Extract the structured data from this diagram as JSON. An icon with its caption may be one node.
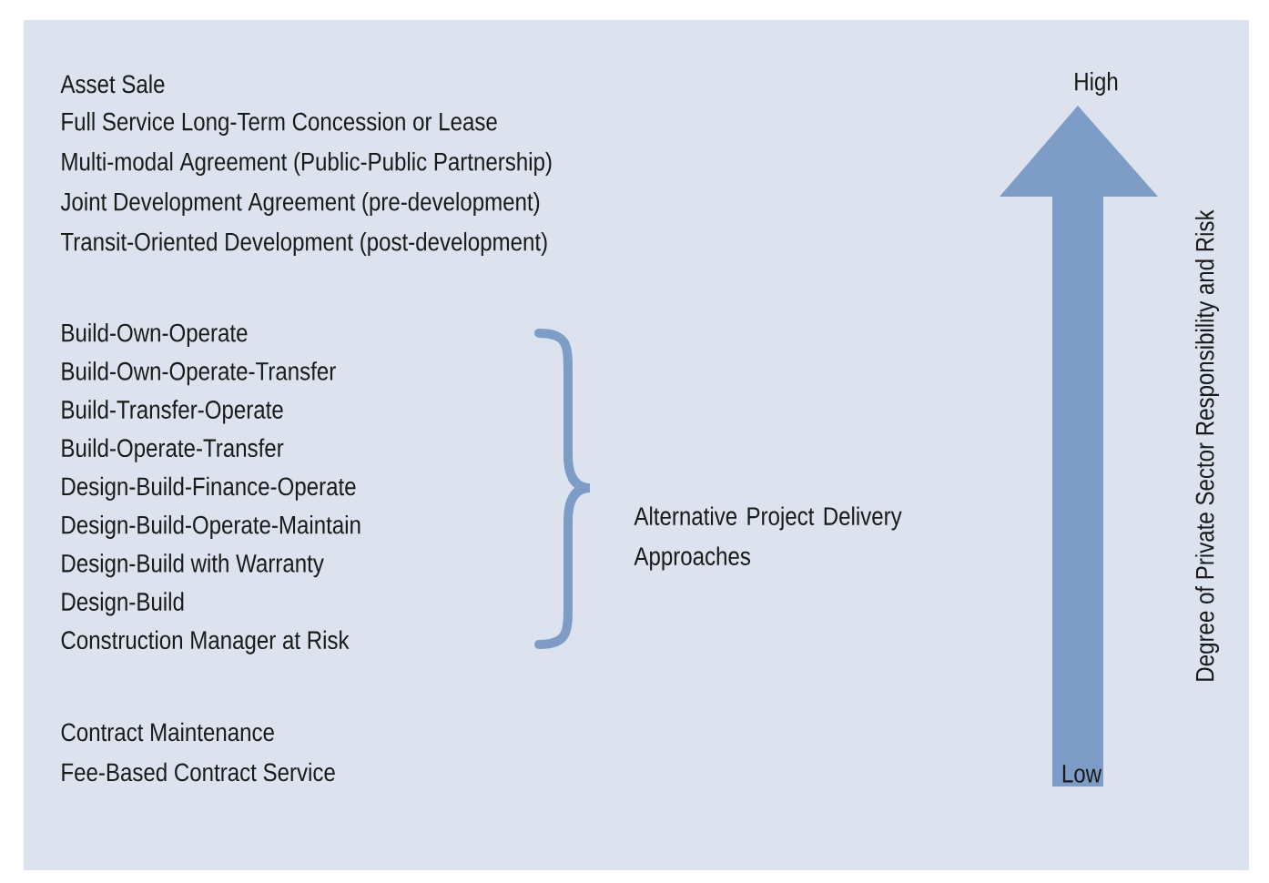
{
  "diagram": {
    "labels": [
      "Asset Sale",
      "Full Service Long-Term Concession or Lease",
      "Multi-modal Agreement (Public-Public Partnership)",
      "Joint Development Agreement (pre-development)",
      "Transit-Oriented Development (post-development)",
      "High",
      "Build-Own-Operate",
      "Build-Own-Operate-Transfer",
      "Build-Transfer-Operate",
      "Build-Operate-Transfer",
      "Design-Build-Finance-Operate",
      "Design-Build-Operate-Maintain",
      "Design-Build with Warranty",
      "Design-Build",
      "Construction Manager at Risk",
      "Alternative Project Delivery Approaches",
      "Degree of Private Sector Responsibility and Risk",
      "Contract Maintenance",
      "Fee-Based Contract Service",
      "Low"
    ]
  }
}
